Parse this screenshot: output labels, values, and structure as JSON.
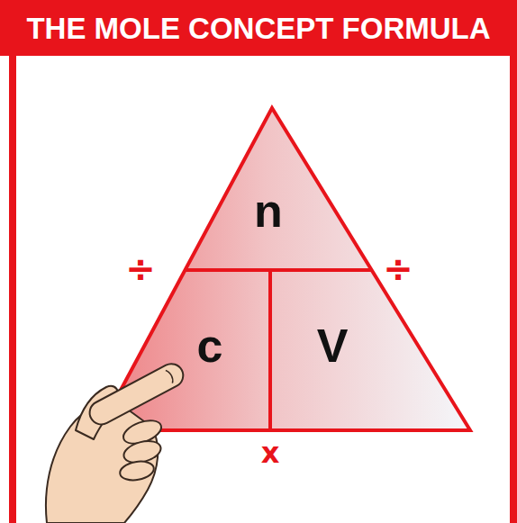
{
  "diagram": {
    "title": "THE MOLE CONCEPT FORMULA",
    "nodes": [
      {
        "text": [
          "n"
        ]
      },
      {
        "text": [
          "c"
        ]
      },
      {
        "text": [
          "V"
        ]
      }
    ],
    "labels": [
      "÷",
      "÷",
      "x"
    ]
  }
}
